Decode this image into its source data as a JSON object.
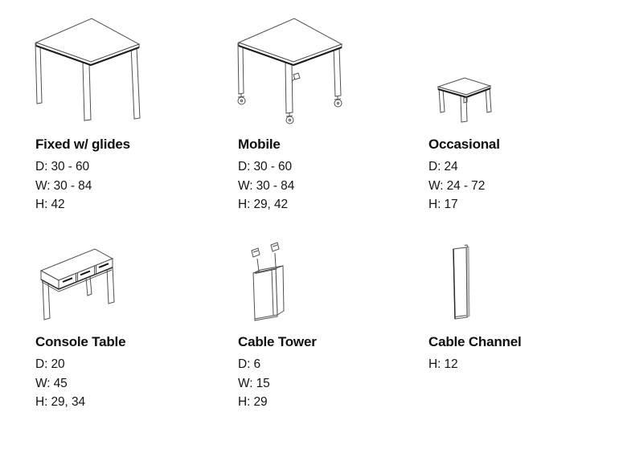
{
  "page": {
    "background": "#ffffff",
    "text_color": "#0f0f0f",
    "line_color": "#4f4f4f",
    "accent_line_color": "#1c1c1c"
  },
  "products": [
    {
      "id": "fixed-glides",
      "name": "Fixed w/ glides",
      "illustration": "fixed-table-with-glides-line-drawing",
      "specs": [
        "D: 30 - 60",
        "W: 30 - 84",
        "H: 42"
      ]
    },
    {
      "id": "mobile",
      "name": "Mobile",
      "illustration": "mobile-table-with-casters-line-drawing",
      "specs": [
        "D: 30 - 60",
        "W: 30 - 84",
        "H: 29, 42"
      ]
    },
    {
      "id": "occasional",
      "name": "Occasional",
      "illustration": "occasional-low-table-line-drawing",
      "specs": [
        "D: 24",
        "W: 24 - 72",
        "H: 17"
      ]
    },
    {
      "id": "console-table",
      "name": "Console Table",
      "illustration": "console-table-with-drawers-line-drawing",
      "specs": [
        "D: 20",
        "W: 45",
        "H: 29, 34"
      ]
    },
    {
      "id": "cable-tower",
      "name": "Cable Tower",
      "illustration": "cable-tower-with-plugs-line-drawing",
      "specs": [
        "D: 6",
        "W: 15",
        "H: 29"
      ]
    },
    {
      "id": "cable-channel",
      "name": "Cable Channel",
      "illustration": "cable-channel-vertical-line-drawing",
      "specs": [
        "H: 12"
      ]
    }
  ]
}
